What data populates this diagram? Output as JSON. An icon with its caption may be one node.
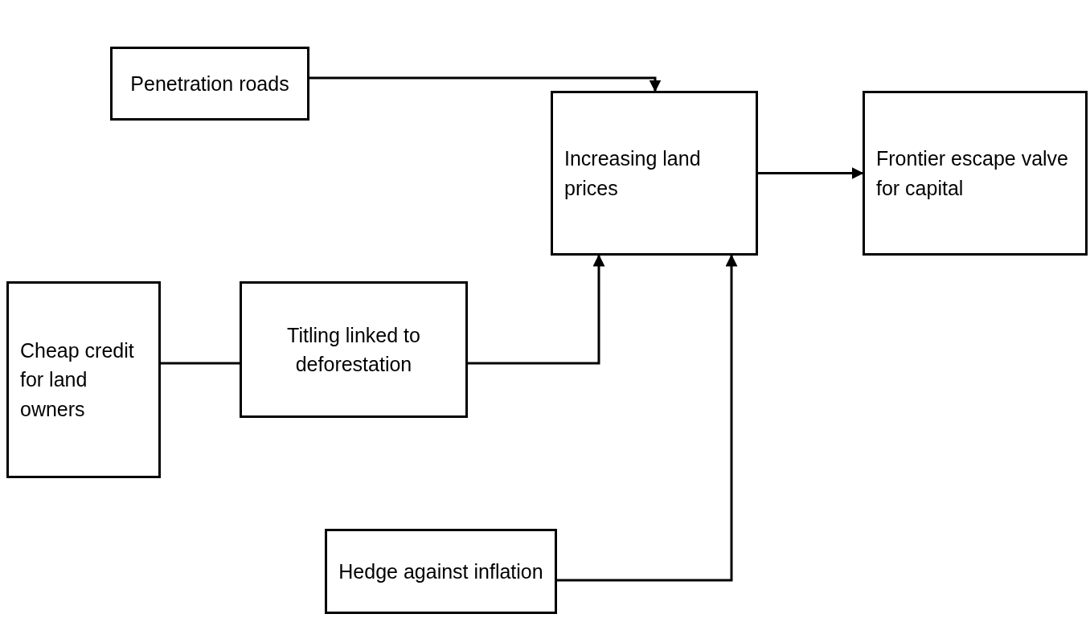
{
  "diagram": {
    "nodes": [
      {
        "text": [
          "Penetration roads"
        ]
      },
      {
        "text": [
          "Increasing land prices"
        ]
      },
      {
        "text": [
          "Frontier escape valve for capital"
        ]
      },
      {
        "text": [
          "Cheap credit for land owners"
        ]
      },
      {
        "text": [
          "Titling linked to deforestation"
        ]
      },
      {
        "text": [
          "Hedge against inflation"
        ]
      }
    ],
    "edges": [
      {
        "from": 0,
        "to": 1,
        "arrow": "to"
      },
      {
        "from": 1,
        "to": 2,
        "arrow": "to"
      },
      {
        "from": 3,
        "to": 4,
        "arrow": "none"
      },
      {
        "from": 4,
        "to": 1,
        "arrow": "to"
      },
      {
        "from": 5,
        "to": 1,
        "arrow": "to"
      }
    ]
  }
}
